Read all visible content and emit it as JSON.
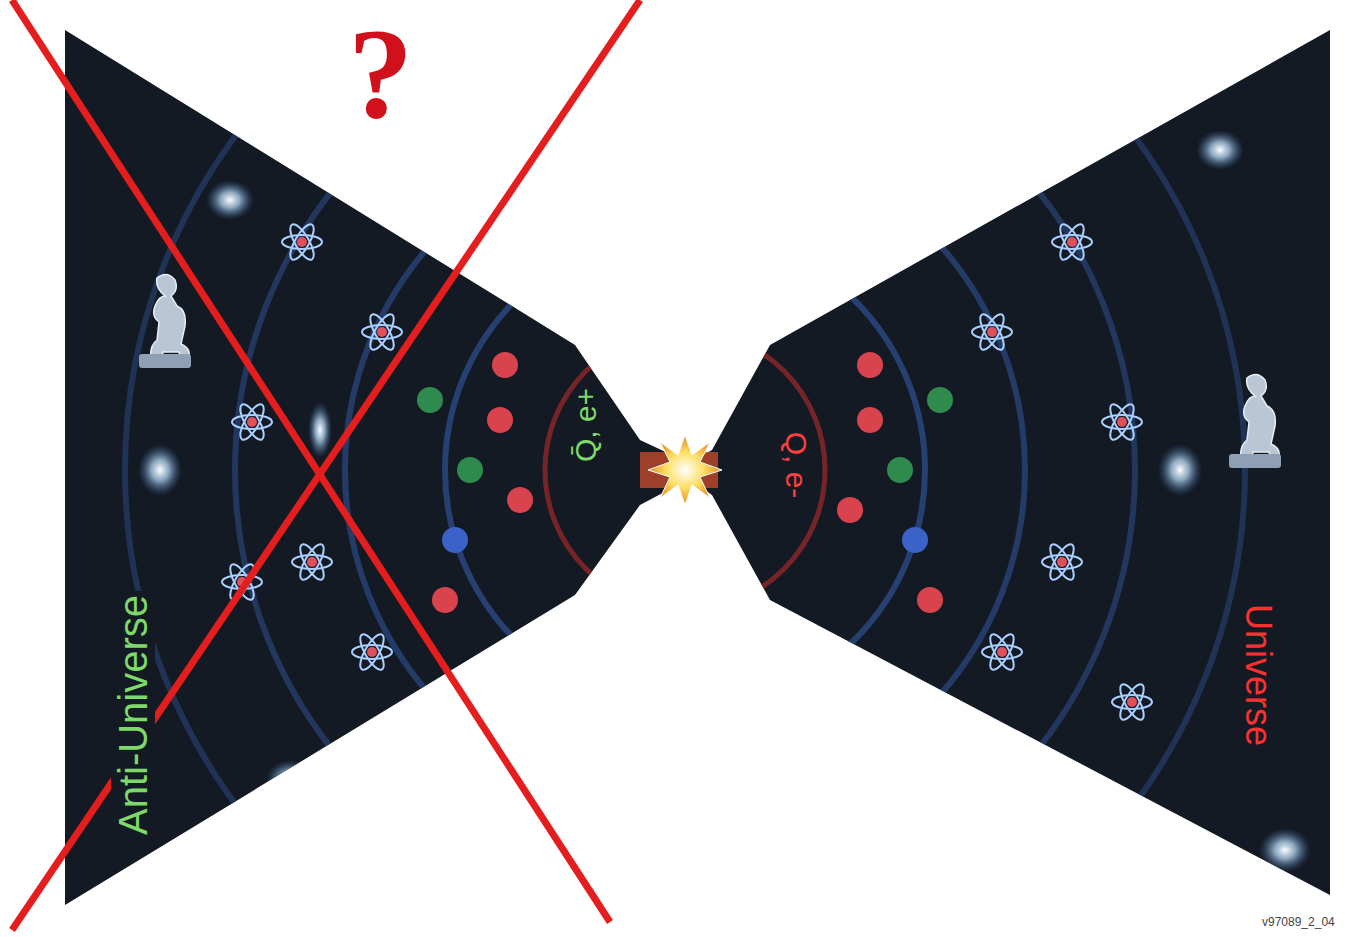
{
  "diagram": {
    "nodes": [
      {
        "text": [
          "Q̄, e+",
          "Anti-Universe"
        ]
      },
      {
        "text": [
          "Q, e-",
          "Universe"
        ]
      }
    ],
    "labels": [
      "?",
      "v97089_2_04"
    ]
  }
}
